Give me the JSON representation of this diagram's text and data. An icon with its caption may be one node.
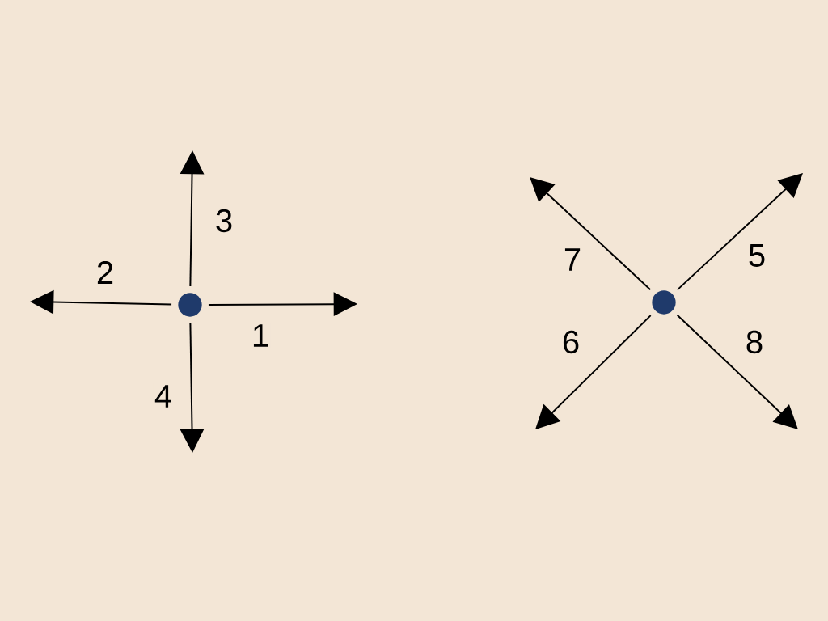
{
  "diagram": {
    "nodes": [
      {
        "text": [],
        "shape": "circle"
      },
      {
        "text": [],
        "shape": "circle"
      }
    ],
    "edges": [
      {
        "from": 0,
        "to": null,
        "arrow": "to",
        "label": "1"
      },
      {
        "from": 0,
        "to": null,
        "arrow": "to",
        "label": "2"
      },
      {
        "from": 0,
        "to": null,
        "arrow": "to",
        "label": "3"
      },
      {
        "from": 0,
        "to": null,
        "arrow": "to",
        "label": "4"
      },
      {
        "from": 1,
        "to": null,
        "arrow": "to",
        "label": "5"
      },
      {
        "from": 1,
        "to": null,
        "arrow": "to",
        "label": "6"
      },
      {
        "from": 1,
        "to": null,
        "arrow": "to",
        "label": "7"
      },
      {
        "from": 1,
        "to": null,
        "arrow": "to",
        "label": "8"
      }
    ]
  }
}
